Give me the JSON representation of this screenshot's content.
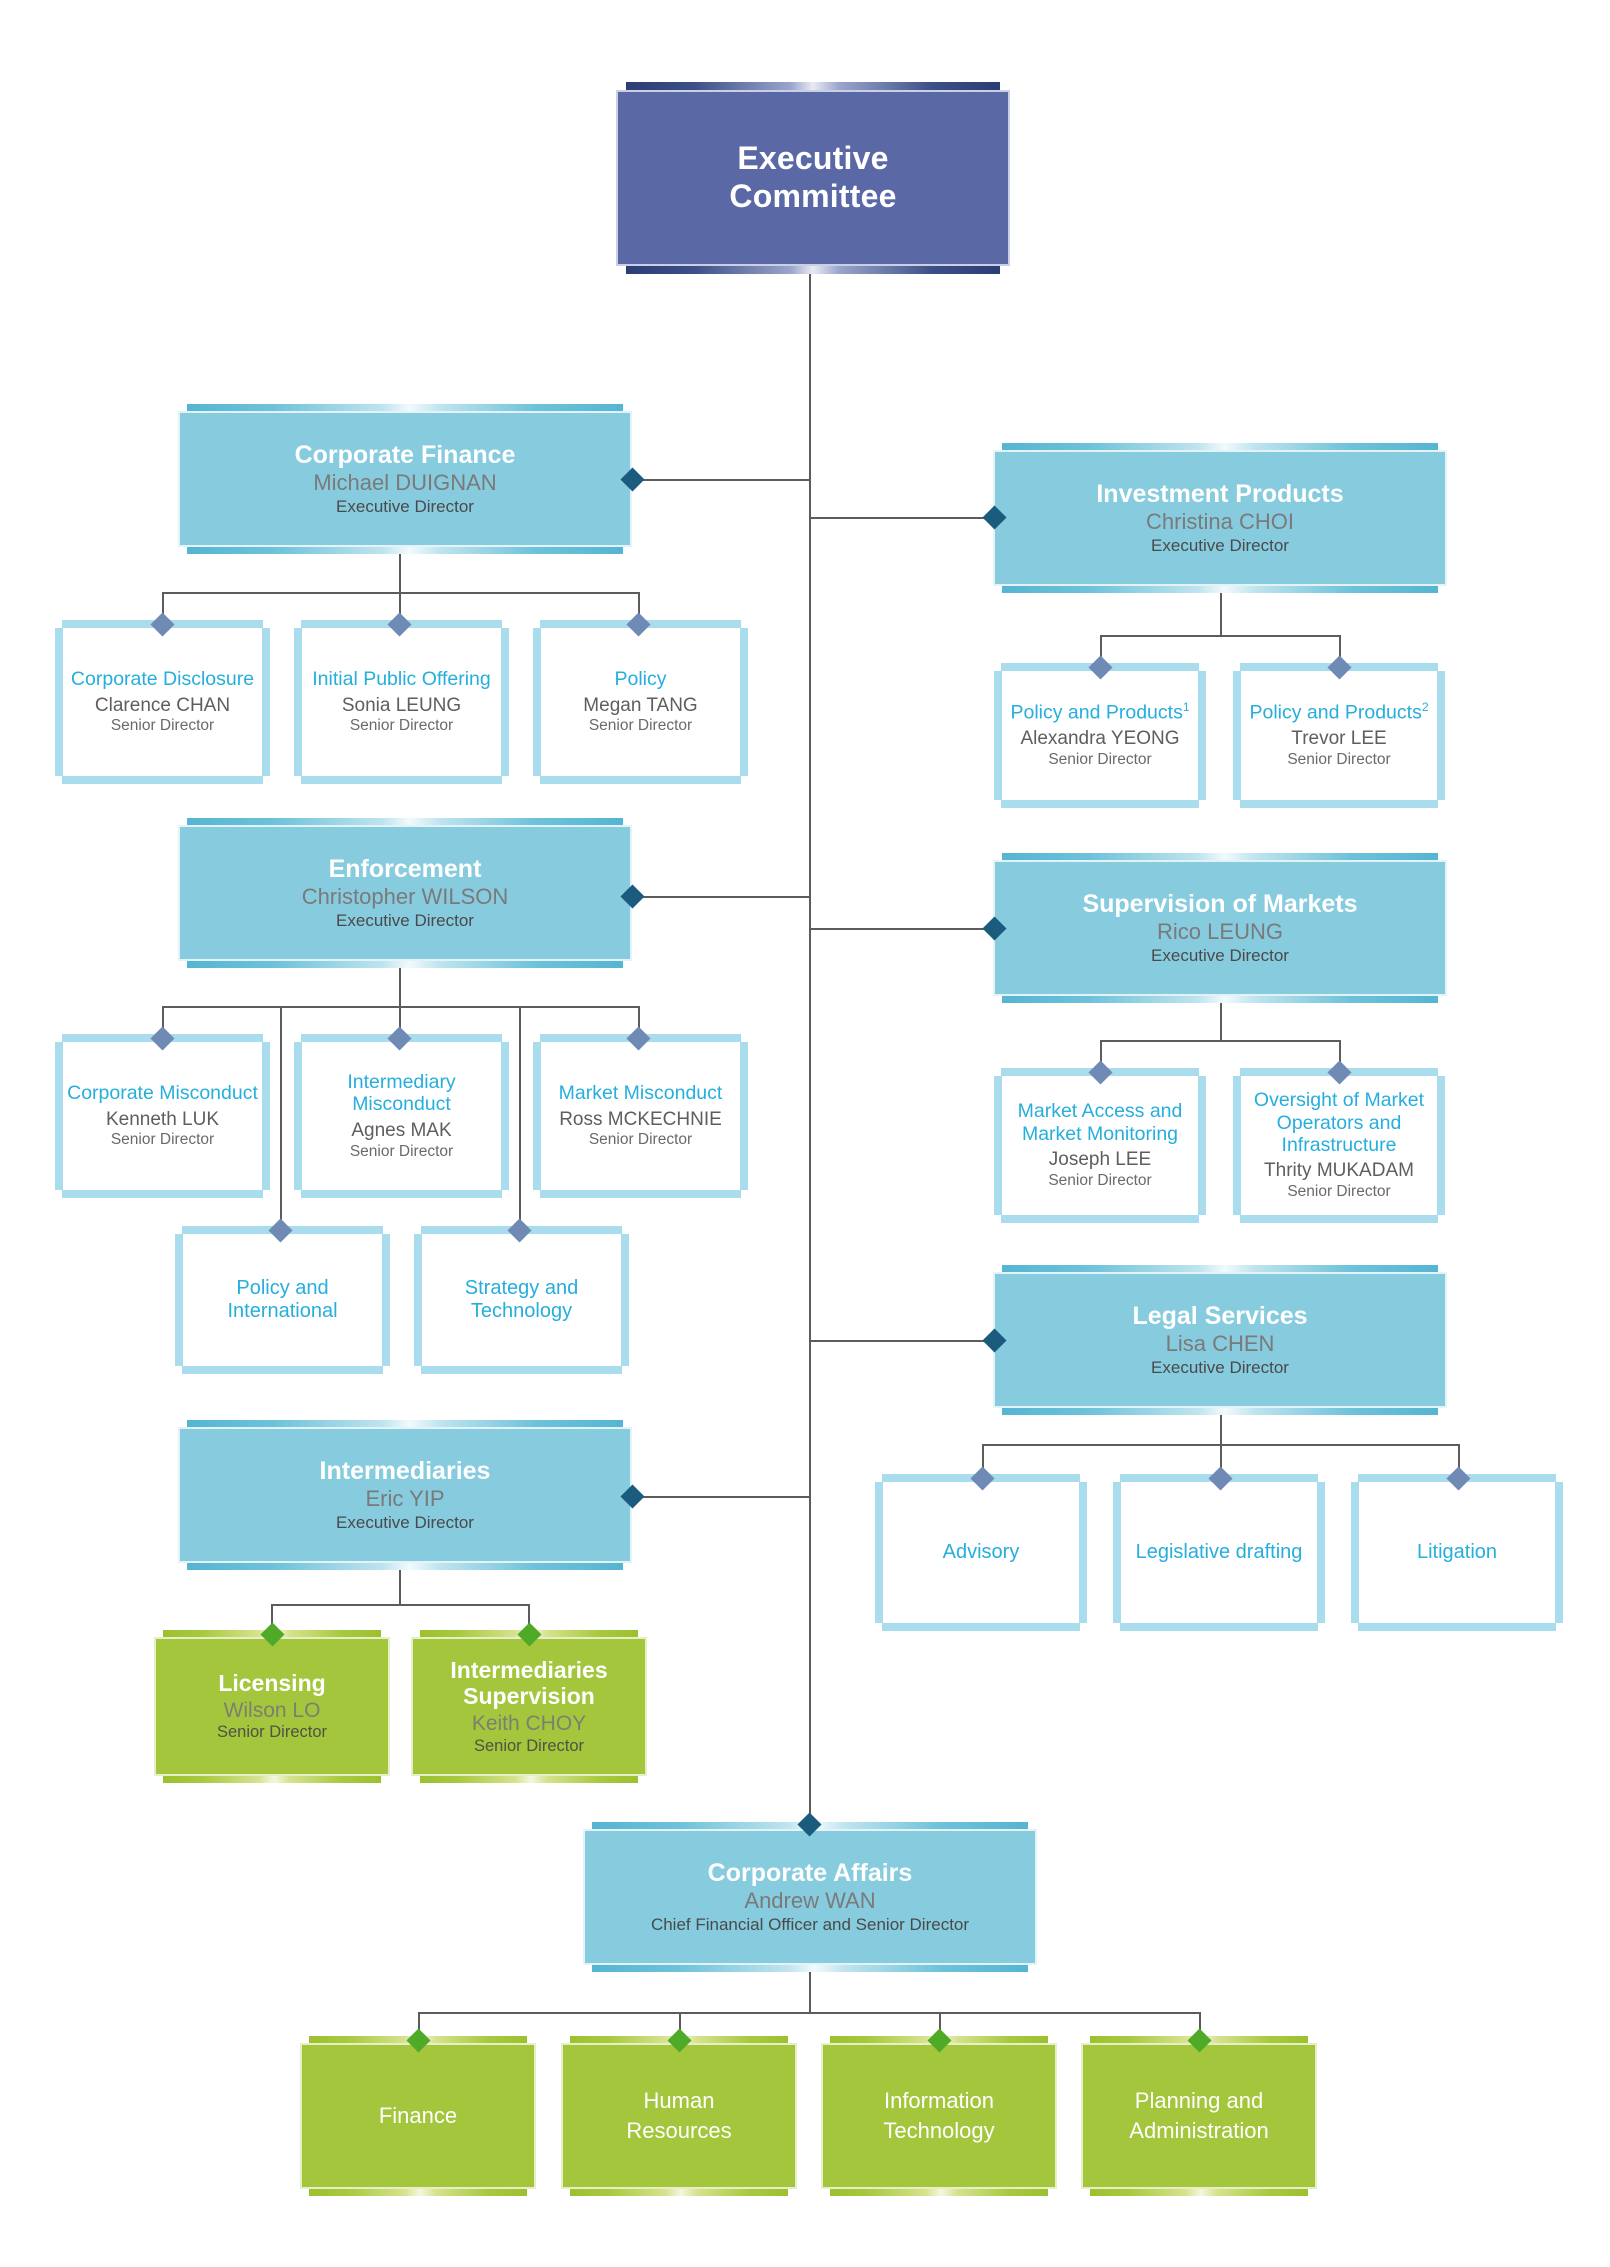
{
  "colors": {
    "exec_fill": "#5a68a6",
    "division_fill": "#87cbdf",
    "unit_title": "#26aedd",
    "green_fill": "#a4c63c",
    "connector": "#5c5c5c",
    "diamond_navy": "#1a5b7e",
    "diamond_steel": "#6f8ab4",
    "diamond_green": "#4faa28"
  },
  "root": {
    "title_line1": "Executive",
    "title_line2": "Committee"
  },
  "divisions": [
    {
      "id": "corporate-finance",
      "title": "Corporate Finance",
      "name": "Michael DUIGNAN",
      "role": "Executive Director",
      "units": [
        {
          "title": "Corporate Disclosure",
          "name": "Clarence CHAN",
          "role": "Senior Director"
        },
        {
          "title": "Initial Public Offering",
          "name": "Sonia LEUNG",
          "role": "Senior Director"
        },
        {
          "title": "Policy",
          "name": "Megan TANG",
          "role": "Senior Director"
        }
      ]
    },
    {
      "id": "investment-products",
      "title": "Investment Products",
      "name": "Christina CHOI",
      "role": "Executive Director",
      "units": [
        {
          "title": "Policy and Products",
          "sup": "1",
          "name": "Alexandra YEONG",
          "role": "Senior Director"
        },
        {
          "title": "Policy and Products",
          "sup": "2",
          "name": "Trevor LEE",
          "role": "Senior Director"
        }
      ]
    },
    {
      "id": "enforcement",
      "title": "Enforcement",
      "name": "Christopher WILSON",
      "role": "Executive Director",
      "units": [
        {
          "title": "Corporate Misconduct",
          "name": "Kenneth LUK",
          "role": "Senior Director"
        },
        {
          "title": "Intermediary Misconduct",
          "name": "Agnes MAK",
          "role": "Senior Director"
        },
        {
          "title": "Market Misconduct",
          "name": "Ross MCKECHNIE",
          "role": "Senior Director"
        }
      ],
      "units_row2": [
        {
          "title": "Policy and International"
        },
        {
          "title": "Strategy and Technology"
        }
      ]
    },
    {
      "id": "supervision-of-markets",
      "title": "Supervision of Markets",
      "name": "Rico LEUNG",
      "role": "Executive Director",
      "units": [
        {
          "title": "Market Access and Market Monitoring",
          "name": "Joseph LEE",
          "role": "Senior Director"
        },
        {
          "title": "Oversight of Market Operators and Infrastructure",
          "name": "Thrity MUKADAM",
          "role": "Senior Director"
        }
      ]
    },
    {
      "id": "legal-services",
      "title": "Legal Services",
      "name": "Lisa CHEN",
      "role": "Executive Director",
      "units": [
        {
          "title": "Advisory"
        },
        {
          "title": "Legislative drafting"
        },
        {
          "title": "Litigation"
        }
      ]
    },
    {
      "id": "intermediaries",
      "title": "Intermediaries",
      "name": "Eric YIP",
      "role": "Executive Director",
      "green_units": [
        {
          "title": "Licensing",
          "name": "Wilson LO",
          "role": "Senior Director"
        },
        {
          "title_line1": "Intermediaries",
          "title_line2": "Supervision",
          "name": "Keith CHOY",
          "role": "Senior Director"
        }
      ]
    },
    {
      "id": "corporate-affairs",
      "title": "Corporate Affairs",
      "name": "Andrew WAN",
      "role": "Chief Financial Officer and Senior Director",
      "green_units": [
        {
          "title_line1": "Finance",
          "title_line2": ""
        },
        {
          "title_line1": "Human",
          "title_line2": "Resources"
        },
        {
          "title_line1": "Information",
          "title_line2": "Technology"
        },
        {
          "title_line1": "Planning and",
          "title_line2": "Administration"
        }
      ]
    }
  ]
}
